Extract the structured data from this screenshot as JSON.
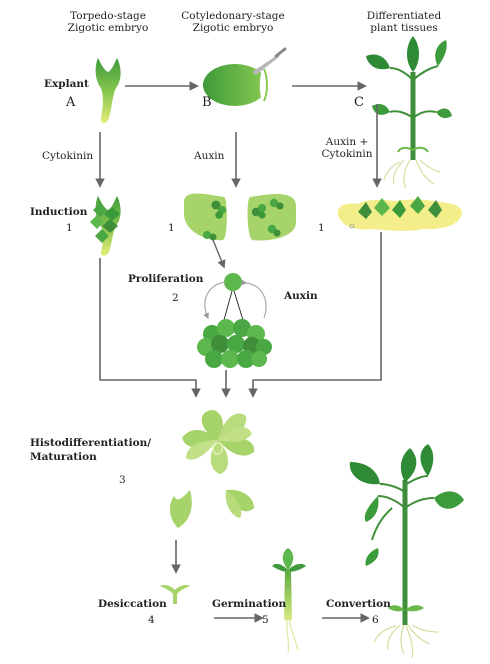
{
  "headers": {
    "a_title_1": "Torpedo-stage",
    "a_title_2": "Zigotic embryo",
    "b_title_1": "Cotyledonary-stage",
    "b_title_2": "Zigotic embryo",
    "c_title_1": "Differentiated",
    "c_title_2": "plant tissues"
  },
  "labels": {
    "explant": "Explant",
    "a": "A",
    "b": "B",
    "c": "C",
    "cytokinin": "Cytokinin",
    "auxin_mid": "Auxin",
    "auxin_cytokinin_1": "Auxin +",
    "auxin_cytokinin_2": "Cytokinin",
    "induction": "Induction",
    "step1_a": "1",
    "step1_b": "1",
    "step1_c": "1",
    "proliferation": "Proliferation",
    "step2": "2",
    "auxin_right": "Auxin",
    "histo_1": "Histodifferentiation/",
    "histo_2": "Maturation",
    "step3": "3",
    "desiccation": "Desiccation",
    "step4": "4",
    "germination": "Germination",
    "step5": "5",
    "convertion": "Convertion",
    "step6": "6"
  },
  "colors": {
    "dark_green": "#3c8a3c",
    "mid_green": "#5db54a",
    "light_green": "#a6d46a",
    "pale_green": "#cfe6a8",
    "callus_yellow": "#f3ee8a",
    "arrow_gray": "#6f6f6f"
  }
}
